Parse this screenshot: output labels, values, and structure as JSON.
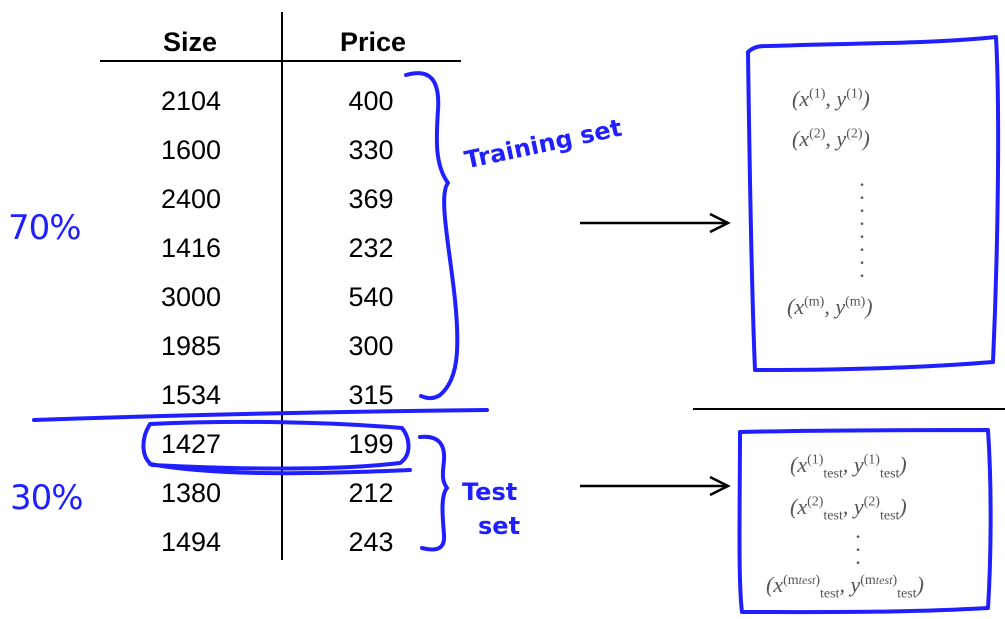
{
  "table": {
    "headers": {
      "size": "Size",
      "price": "Price"
    },
    "rows": [
      {
        "size": "2104",
        "price": "400"
      },
      {
        "size": "1600",
        "price": "330"
      },
      {
        "size": "2400",
        "price": "369"
      },
      {
        "size": "1416",
        "price": "232"
      },
      {
        "size": "3000",
        "price": "540"
      },
      {
        "size": "1985",
        "price": "300"
      },
      {
        "size": "1534",
        "price": "315"
      },
      {
        "size": "1427",
        "price": "199"
      },
      {
        "size": "1380",
        "price": "212"
      },
      {
        "size": "1494",
        "price": "243"
      }
    ]
  },
  "annotations": {
    "training_label": "Training set",
    "test_label_line1": "Test",
    "test_label_line2": "set",
    "train_percent": "70%",
    "test_percent": "30%"
  },
  "training_box": {
    "row1": {
      "x_sup": "(1)",
      "y_sup": "(1)"
    },
    "row2": {
      "x_sup": "(2)",
      "y_sup": "(2)"
    },
    "last": {
      "x_sup": "(m)",
      "y_sup": "(m)"
    }
  },
  "test_box": {
    "row1": {
      "sup": "(1)",
      "sub": "test"
    },
    "row2": {
      "sup": "(2)",
      "sub": "test"
    },
    "last": {
      "sup_m": "m",
      "sup_sub": "test",
      "sub": "test"
    }
  },
  "colors": {
    "ink": "#1f1fff",
    "text": "#000000",
    "math": "#555555"
  }
}
